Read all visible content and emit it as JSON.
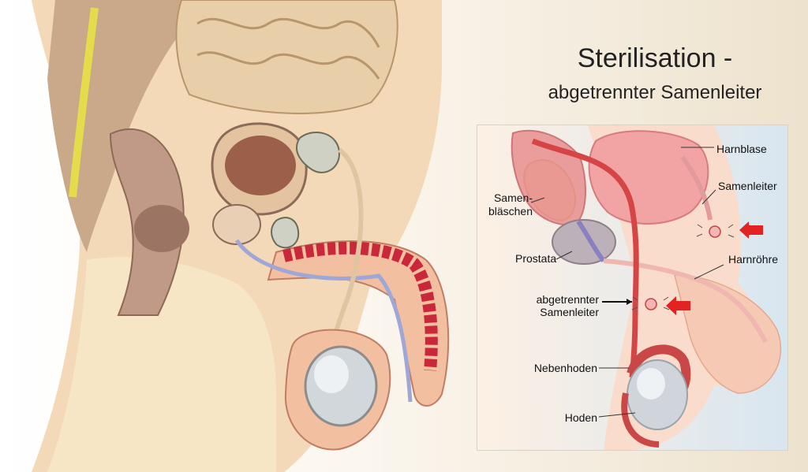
{
  "title": {
    "line1": "Sterilisation -",
    "line2": "abgetrennter Samenleiter"
  },
  "labels": {
    "harnblase": "Harnblase",
    "samenleiter": "Samenleiter",
    "samenblaeschen_1": "Samen-",
    "samenblaeschen_2": "bläschen",
    "prostata": "Prostata",
    "harnroehre": "Harnröhre",
    "abgetrennter_1": "abgetrennter",
    "abgetrennter_2": "Samenleiter",
    "nebenhoden": "Nebenhoden",
    "hoden": "Hoden"
  },
  "colors": {
    "tissue": "#f2c4a4",
    "bladder": "#f0a0a0",
    "vas_deferens": "#d64545",
    "arrow": "#e32222",
    "testis": "#c9cfd4"
  }
}
